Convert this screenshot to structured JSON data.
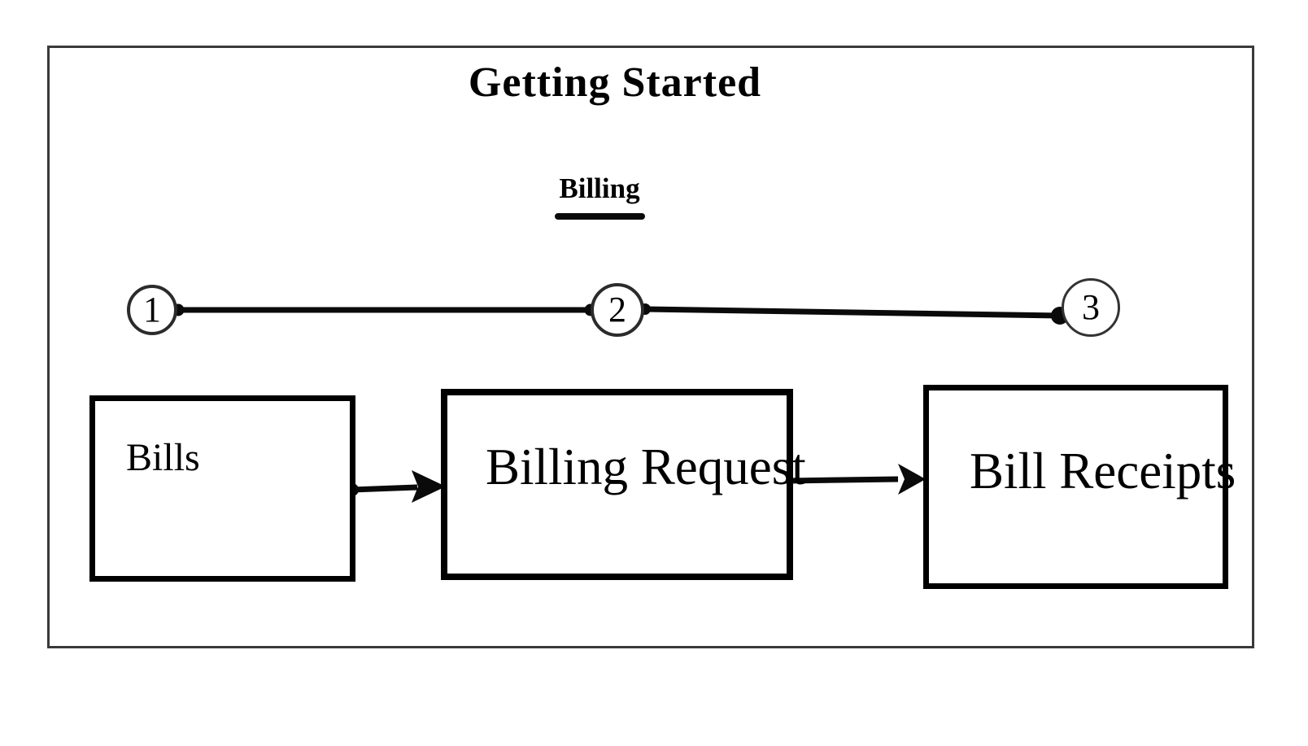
{
  "page": {
    "title": "Getting Started",
    "section_label": "Billing"
  },
  "stepper": {
    "steps": [
      {
        "number": "1"
      },
      {
        "number": "2"
      },
      {
        "number": "3"
      }
    ]
  },
  "flow": {
    "nodes": [
      {
        "label": "Bills"
      },
      {
        "label": "Billing Request"
      },
      {
        "label": "Bill Receipts"
      }
    ]
  },
  "colors": {
    "background": "#ffffff",
    "panel_border": "#3a3a3a",
    "box_border": "#000000",
    "connector": "#0a0a0a",
    "text": "#000000"
  }
}
